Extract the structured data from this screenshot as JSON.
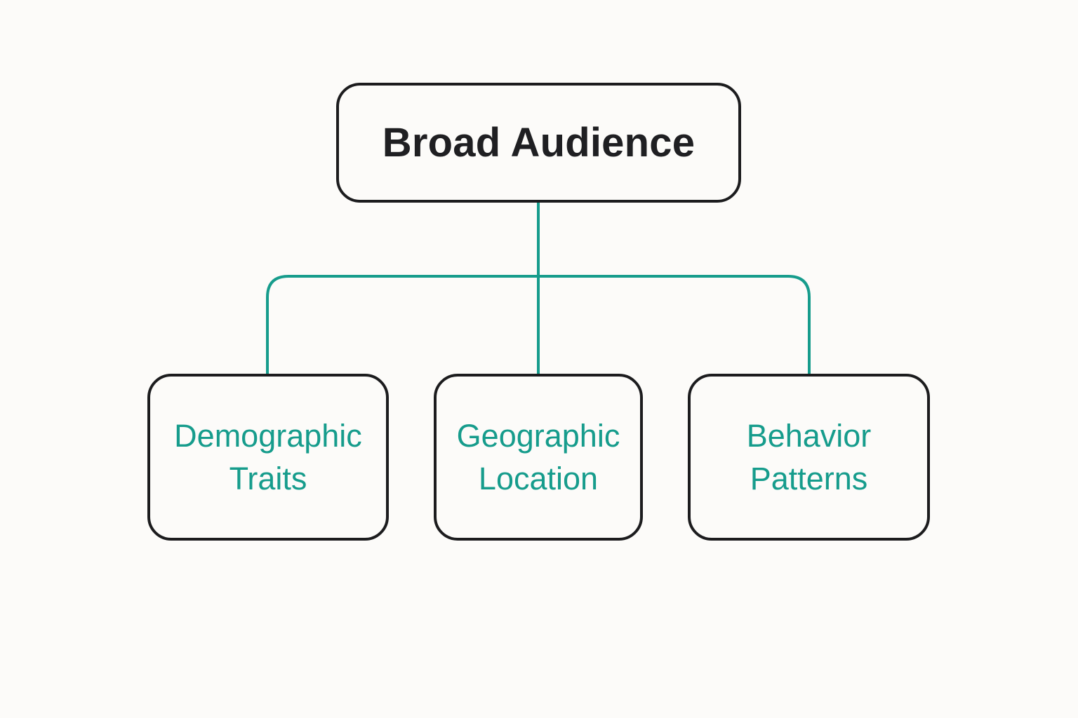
{
  "diagram": {
    "root": {
      "label": "Broad Audience"
    },
    "children": [
      {
        "line1": "Demographic",
        "line2": "Traits"
      },
      {
        "line1": "Geographic",
        "line2": "Location"
      },
      {
        "line1": "Behavior",
        "line2": "Patterns"
      }
    ]
  },
  "colors": {
    "background": "#fcfbf9",
    "box_border": "#1c1c1e",
    "root_text": "#1f1f22",
    "accent": "#169c8c"
  }
}
